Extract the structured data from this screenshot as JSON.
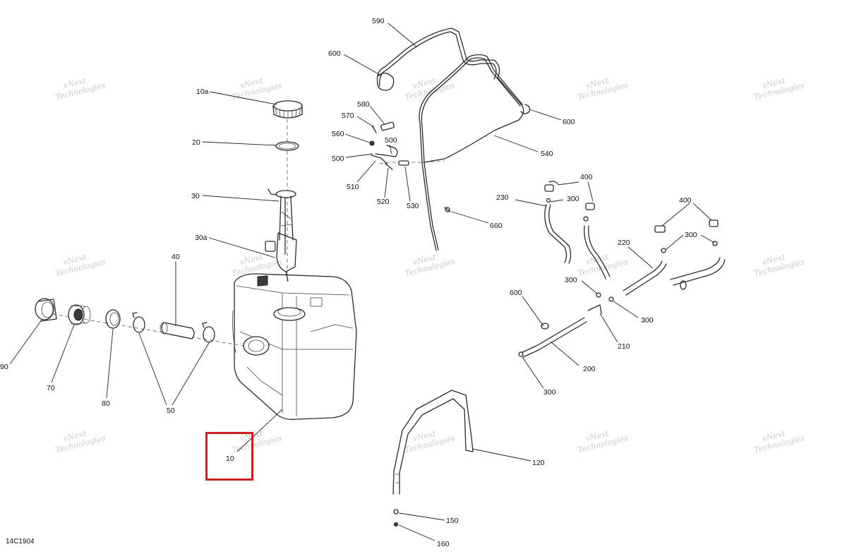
{
  "watermark": [
    "vNext",
    "Technologies"
  ],
  "reference_code": "14C1904",
  "highlight": {
    "color": "#d21f1f",
    "target_callout": "10"
  },
  "callouts": {
    "c10": "10",
    "c10a": "10a",
    "c20": "20",
    "c30": "30",
    "c30a": "30a",
    "c40": "40",
    "c50": "50",
    "c70": "70",
    "c80": "80",
    "c90": "90",
    "c120": "120",
    "c150": "150",
    "c160": "160",
    "c200": "200",
    "c210": "210",
    "c220": "220",
    "c230": "230",
    "c300a": "300",
    "c300b": "300",
    "c300c": "300",
    "c300d": "300",
    "c300e": "300",
    "c400a": "400",
    "c400b": "400",
    "c500a": "500",
    "c500b": "500",
    "c510": "510",
    "c520": "520",
    "c530": "530",
    "c540": "540",
    "c560": "560",
    "c570": "570",
    "c580": "580",
    "c590": "590",
    "c600a": "600",
    "c600b": "600",
    "c600c": "600",
    "c660": "660"
  }
}
